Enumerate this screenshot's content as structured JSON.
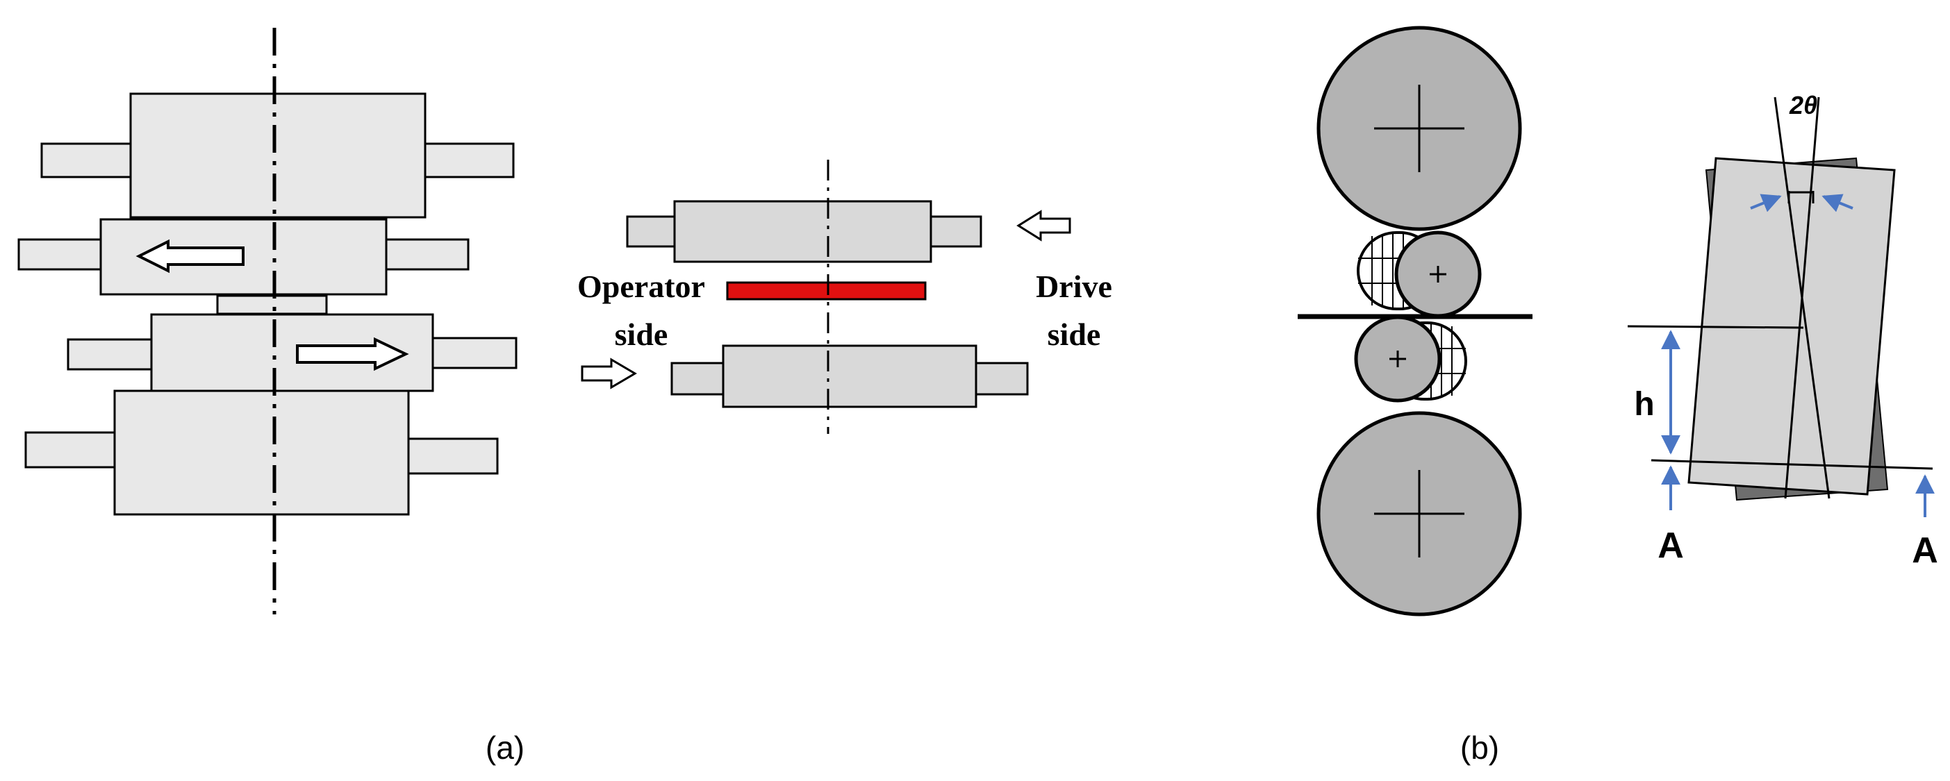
{
  "panel_a": {
    "operator_side_line1": "Operator",
    "operator_side_line2": "side",
    "drive_side_line1": "Drive",
    "drive_side_line2": "side",
    "caption": "(a)"
  },
  "panel_b": {
    "angle_label": "2θ",
    "height_label": "h",
    "section_label_left": "A",
    "section_label_right": "A",
    "caption": "(b)"
  },
  "colors": {
    "roll_fill": "#e8e8e8",
    "disk_fill": "#b3b3b3",
    "strip_red": "#e01010",
    "arrow_blue": "#4a76c4"
  }
}
